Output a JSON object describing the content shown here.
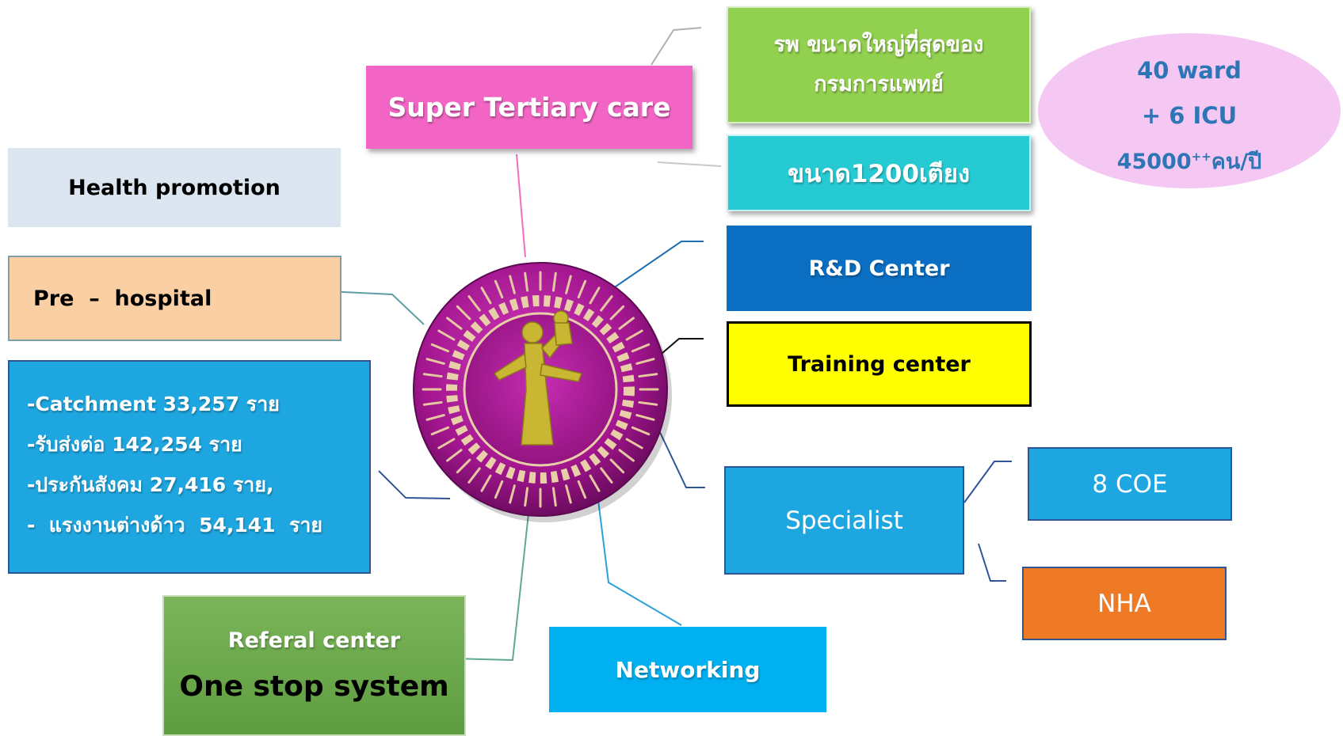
{
  "title": "",
  "nodes": {
    "super_tertiary": "Super Tertiary care",
    "largest_hospital_line1": "รพ ขนาดใหญ่ที่สุดของ",
    "largest_hospital_line2": "กรมการแพทย์",
    "bed_size": "ขนาด1200เตียง",
    "capacity": {
      "wards": "40 ward",
      "icu": "+ 6 ICU",
      "patients": "45000",
      "patients_sup": "++",
      "patients_unit": "คน/ปี"
    },
    "health_promotion": "Health promotion",
    "pre_hospital": "Pre  –  hospital",
    "catchment_lines": [
      "-Catchment  33,257  ราย",
      "-รับส่งต่อ  142,254  ราย",
      "-ประกันสังคม  27,416  ราย,",
      "-  แรงงานต่างด้าว  54,141  ราย"
    ],
    "referral_title": "Referal center",
    "referral_subtitle": "One stop system",
    "networking": "Networking",
    "rd_center": "R&D Center",
    "training_center": "Training center",
    "specialist": "Specialist",
    "coe": "8 COE",
    "nha": "NHA"
  },
  "center": {
    "icon": "hospital-emblem-icon"
  },
  "colors": {
    "super_tertiary": "#f265c5",
    "largest_hospital": "#92d04f",
    "bed_size": "#26cad3",
    "capacity": "#f5c8f4",
    "health_promotion": "#dce6f1",
    "pre_hospital": "#fbcfa4",
    "catchment": "#1ea6e0",
    "referral": "#6aa84f",
    "networking": "#00b0f0",
    "rd_center": "#0a6ec2",
    "training_center": "#ffff00",
    "specialist": "#1ea6e0",
    "nha": "#ee7a26",
    "emblem": "#b0189e"
  }
}
